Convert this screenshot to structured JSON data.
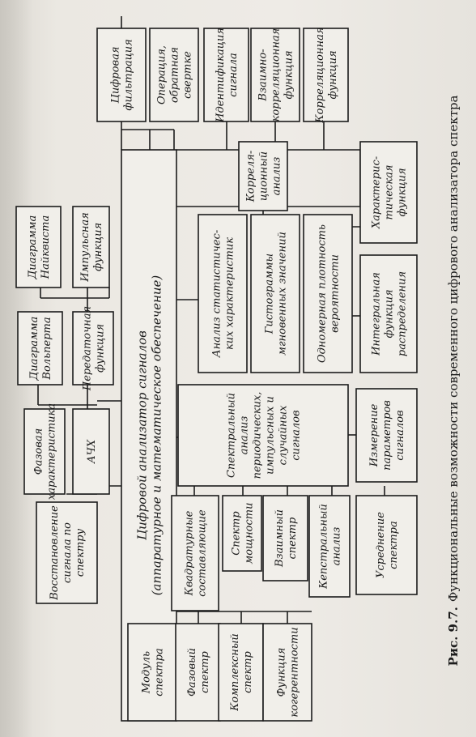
{
  "figure": {
    "caption_number": "Рис. 9.7.",
    "caption_text": "Функциональные возможности современного цифрового анализатора спектра"
  },
  "blocks": {
    "central": [
      "Цифровой анализатор сигналов",
      "(аппаратурное и математическое обеспечение)"
    ],
    "digital_filter": [
      "Цифровая",
      "фильтрация"
    ],
    "convolution": [
      "Операция,",
      "обратная",
      "свертке"
    ],
    "identification": [
      "Идентификация",
      "сигнала"
    ],
    "cross_correlation_func": [
      "Взаимно-",
      "корреляционная",
      "функция"
    ],
    "correlation_func": [
      "Корреляционная",
      "функция"
    ],
    "correlation_analysis": [
      "Корреля-",
      "ционный",
      "анализ"
    ],
    "characteristic_func": [
      "Характерис-",
      "тическая",
      "функция"
    ],
    "nyquist": [
      "Диаграмма",
      "Найквиста"
    ],
    "impulse": [
      "Импульсная",
      "функция"
    ],
    "bode": [
      "Диаграмма",
      "Вольперта"
    ],
    "transfer": [
      "Передаточная",
      "функция"
    ],
    "phase_char": [
      "Фазовая",
      "характеристика"
    ],
    "afc": [
      "АЧХ"
    ],
    "stat_analysis": [
      "Анализ статистичес-",
      "ких характеристик"
    ],
    "histograms": [
      "Гистограммы",
      "мгновенных значений"
    ],
    "prob_density": [
      "Одномерная плотность",
      "вероятности"
    ],
    "integral_dist": [
      "Интегральная",
      "функция",
      "распределения"
    ],
    "spectral_analysis": [
      "Спектральный",
      "анализ",
      "периодических,",
      "импульсных и",
      "случайных",
      "сигналов"
    ],
    "signal_params": [
      "Измерение",
      "параметров",
      "сигналов"
    ],
    "restore": [
      "Восстановление",
      "сигнала по",
      "спектру"
    ],
    "quadrature": [
      "Квадратурные",
      "составляющие"
    ],
    "power_spectrum": [
      "Спектр",
      "мощности"
    ],
    "cross_spectrum": [
      "Взаимный",
      "спектр"
    ],
    "cepstrum": [
      "Кепстральный",
      "анализ"
    ],
    "averaging": [
      "Усреднение",
      "спектра"
    ],
    "spectrum_module": [
      "Модуль",
      "спектра"
    ],
    "phase_spectrum": [
      "Фазовый",
      "спектр"
    ],
    "complex_spectrum": [
      "Комплексный",
      "спектр"
    ],
    "coherence": [
      "Функция",
      "когерентности"
    ]
  }
}
